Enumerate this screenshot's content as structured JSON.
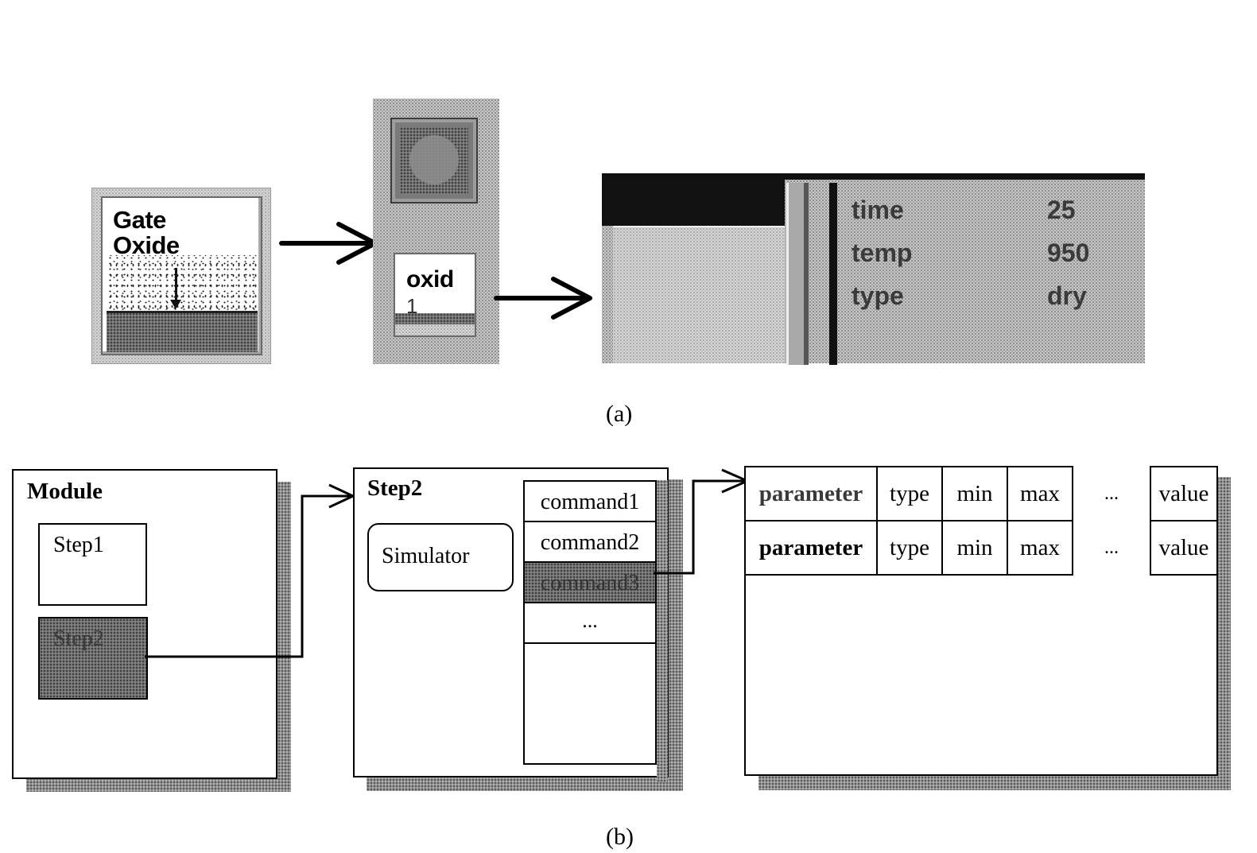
{
  "part_a": {
    "module_icon_label_line1": "Gate",
    "module_icon_label_line2": "Oxide",
    "step_icon_label": "oxid",
    "step_icon_number": "1",
    "parameters": [
      {
        "name": "time",
        "value": "25"
      },
      {
        "name": "temp",
        "value": "950"
      },
      {
        "name": "type",
        "value": "dry"
      }
    ],
    "caption": "(a)"
  },
  "part_b": {
    "module_window": {
      "title": "Module",
      "steps": [
        "Step1",
        "Step2"
      ]
    },
    "step_window": {
      "title": "Step2",
      "simulator_label": "Simulator",
      "commands": [
        "command1",
        "command2",
        "command3",
        "..."
      ]
    },
    "parameter_window": {
      "rows": [
        [
          "parameter",
          "type",
          "min",
          "max",
          "...",
          "value"
        ],
        [
          "parameter",
          "type",
          "min",
          "max",
          "...",
          "value"
        ]
      ]
    },
    "caption": "(b)"
  }
}
